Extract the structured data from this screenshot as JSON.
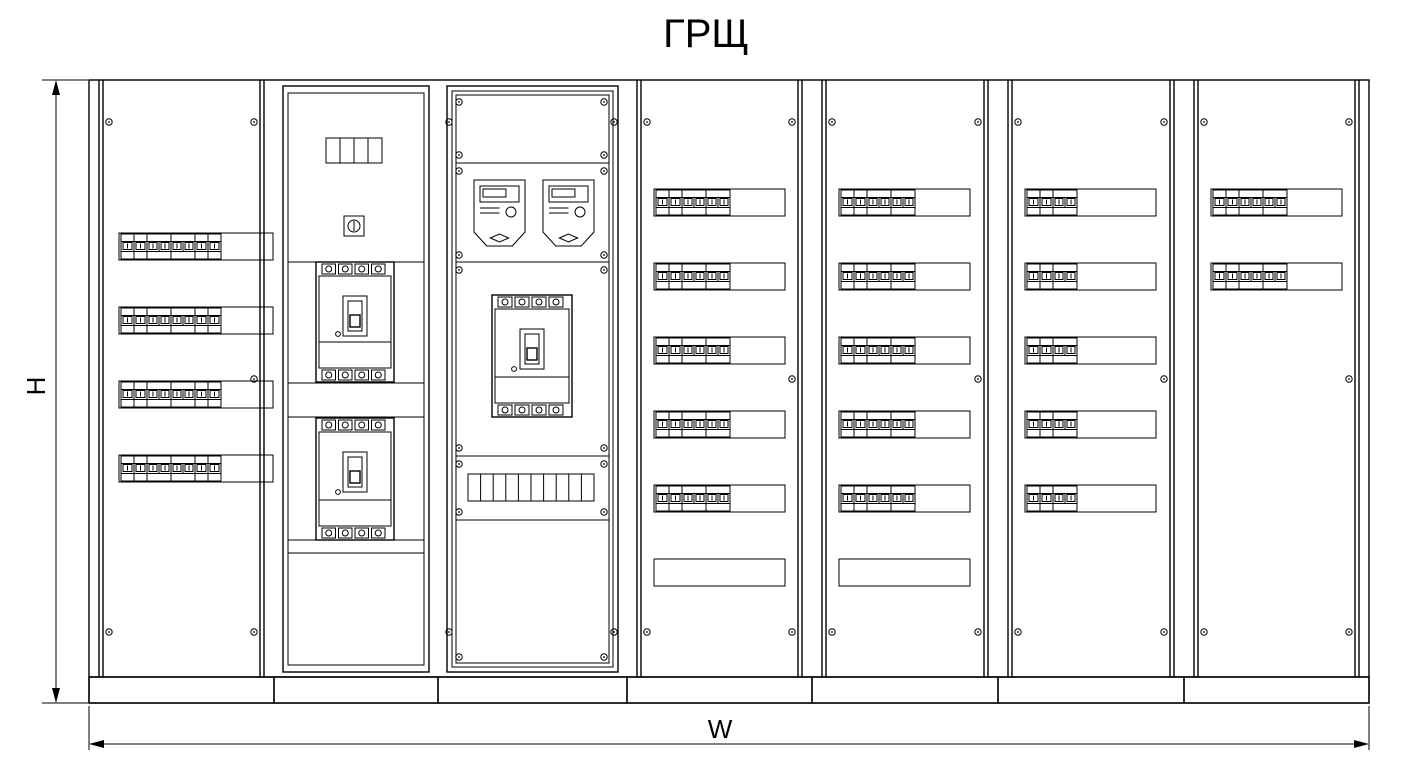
{
  "title": "ГРЩ",
  "dimensions": {
    "height_label": "H",
    "width_label": "W"
  },
  "panels": [
    {
      "id": "panel-1",
      "kind": "breaker-rails",
      "rails": [
        6,
        6,
        6,
        6
      ]
    },
    {
      "id": "panel-2",
      "kind": "input-switching",
      "breakers": 2
    },
    {
      "id": "panel-3",
      "kind": "metering",
      "meters": 2,
      "breakers": 1,
      "modules": 10
    },
    {
      "id": "panel-4",
      "kind": "breaker-rails",
      "rails": [
        4,
        4,
        4,
        4,
        4,
        0
      ]
    },
    {
      "id": "panel-5",
      "kind": "breaker-rails",
      "rails": [
        4,
        4,
        4,
        4,
        4,
        0
      ]
    },
    {
      "id": "panel-6",
      "kind": "breaker-rails",
      "rails": [
        3,
        3,
        3,
        3,
        3
      ]
    },
    {
      "id": "panel-7",
      "kind": "breaker-rails",
      "rails": [
        4,
        4
      ]
    }
  ],
  "colors": {
    "line": "#000000",
    "background": "#ffffff"
  }
}
